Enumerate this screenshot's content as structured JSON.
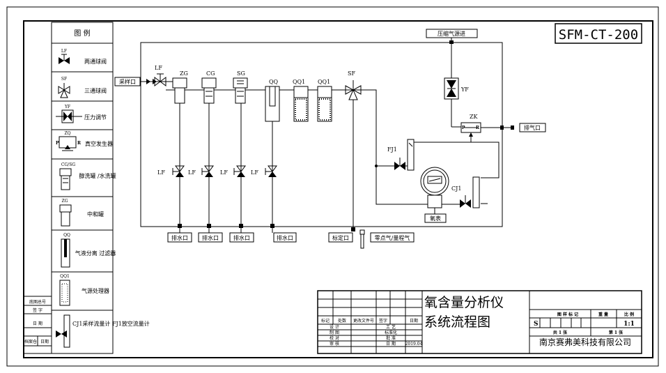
{
  "drawing_code": "SFM-CT-200",
  "title_lines": [
    "氧含量分析仪",
    "系统流程图"
  ],
  "company": "南京赛弗美科技有限公司",
  "scale": "1:1",
  "sheet_code": "S",
  "legend": {
    "header": "图  例",
    "items": [
      {
        "code": "LF",
        "label": "两通球阀"
      },
      {
        "code": "SF",
        "label": "三通球阀"
      },
      {
        "code": "YF",
        "label": "压力调节"
      },
      {
        "code": "ZQ",
        "label": "真空发生器"
      },
      {
        "code": "CG/SG",
        "label": "醇洗罐 /水洗罐"
      },
      {
        "code": "ZG",
        "label": "中和罐"
      },
      {
        "code": "QQ",
        "label": "气液分离 过滤器"
      },
      {
        "code": "QQ1",
        "label": "气源处理器"
      },
      {
        "code": "",
        "label": "CJ1采样流量计 FJ1放空流量计"
      }
    ]
  },
  "left_stamp": [
    "底图总号",
    "签  字",
    "日  期",
    "档案仓",
    "日期"
  ],
  "flow": {
    "sample_in": "采样口",
    "air_in": "压缩气源进",
    "exhaust": "排气口",
    "calibration_port": "标定口",
    "zero_gas": "零点气/量程气",
    "drain": "排水口",
    "meter": "氧表",
    "components_top": [
      "LF",
      "ZG",
      "CG",
      "SG",
      "QQ",
      "QQ1",
      "QQ1",
      "SF"
    ],
    "yf": "YF",
    "zk": "ZK",
    "fj1": "FJ1",
    "cj1": "CJ1",
    "valve_lf": "LF"
  },
  "title_block": {
    "rev_headers": [
      "标记",
      "处数",
      "更改文件号",
      "签字",
      "日期"
    ],
    "roles": [
      "设  计",
      "制  图",
      "校  对",
      "审  核"
    ],
    "roles2": [
      "工  艺",
      "标准化",
      "批  准",
      "日  期"
    ],
    "date": "2019.04",
    "right_headers": [
      "图 样 标 记",
      "重 量",
      "比 例"
    ],
    "sheet_info": [
      "共 1 张",
      "第 1 张"
    ]
  }
}
